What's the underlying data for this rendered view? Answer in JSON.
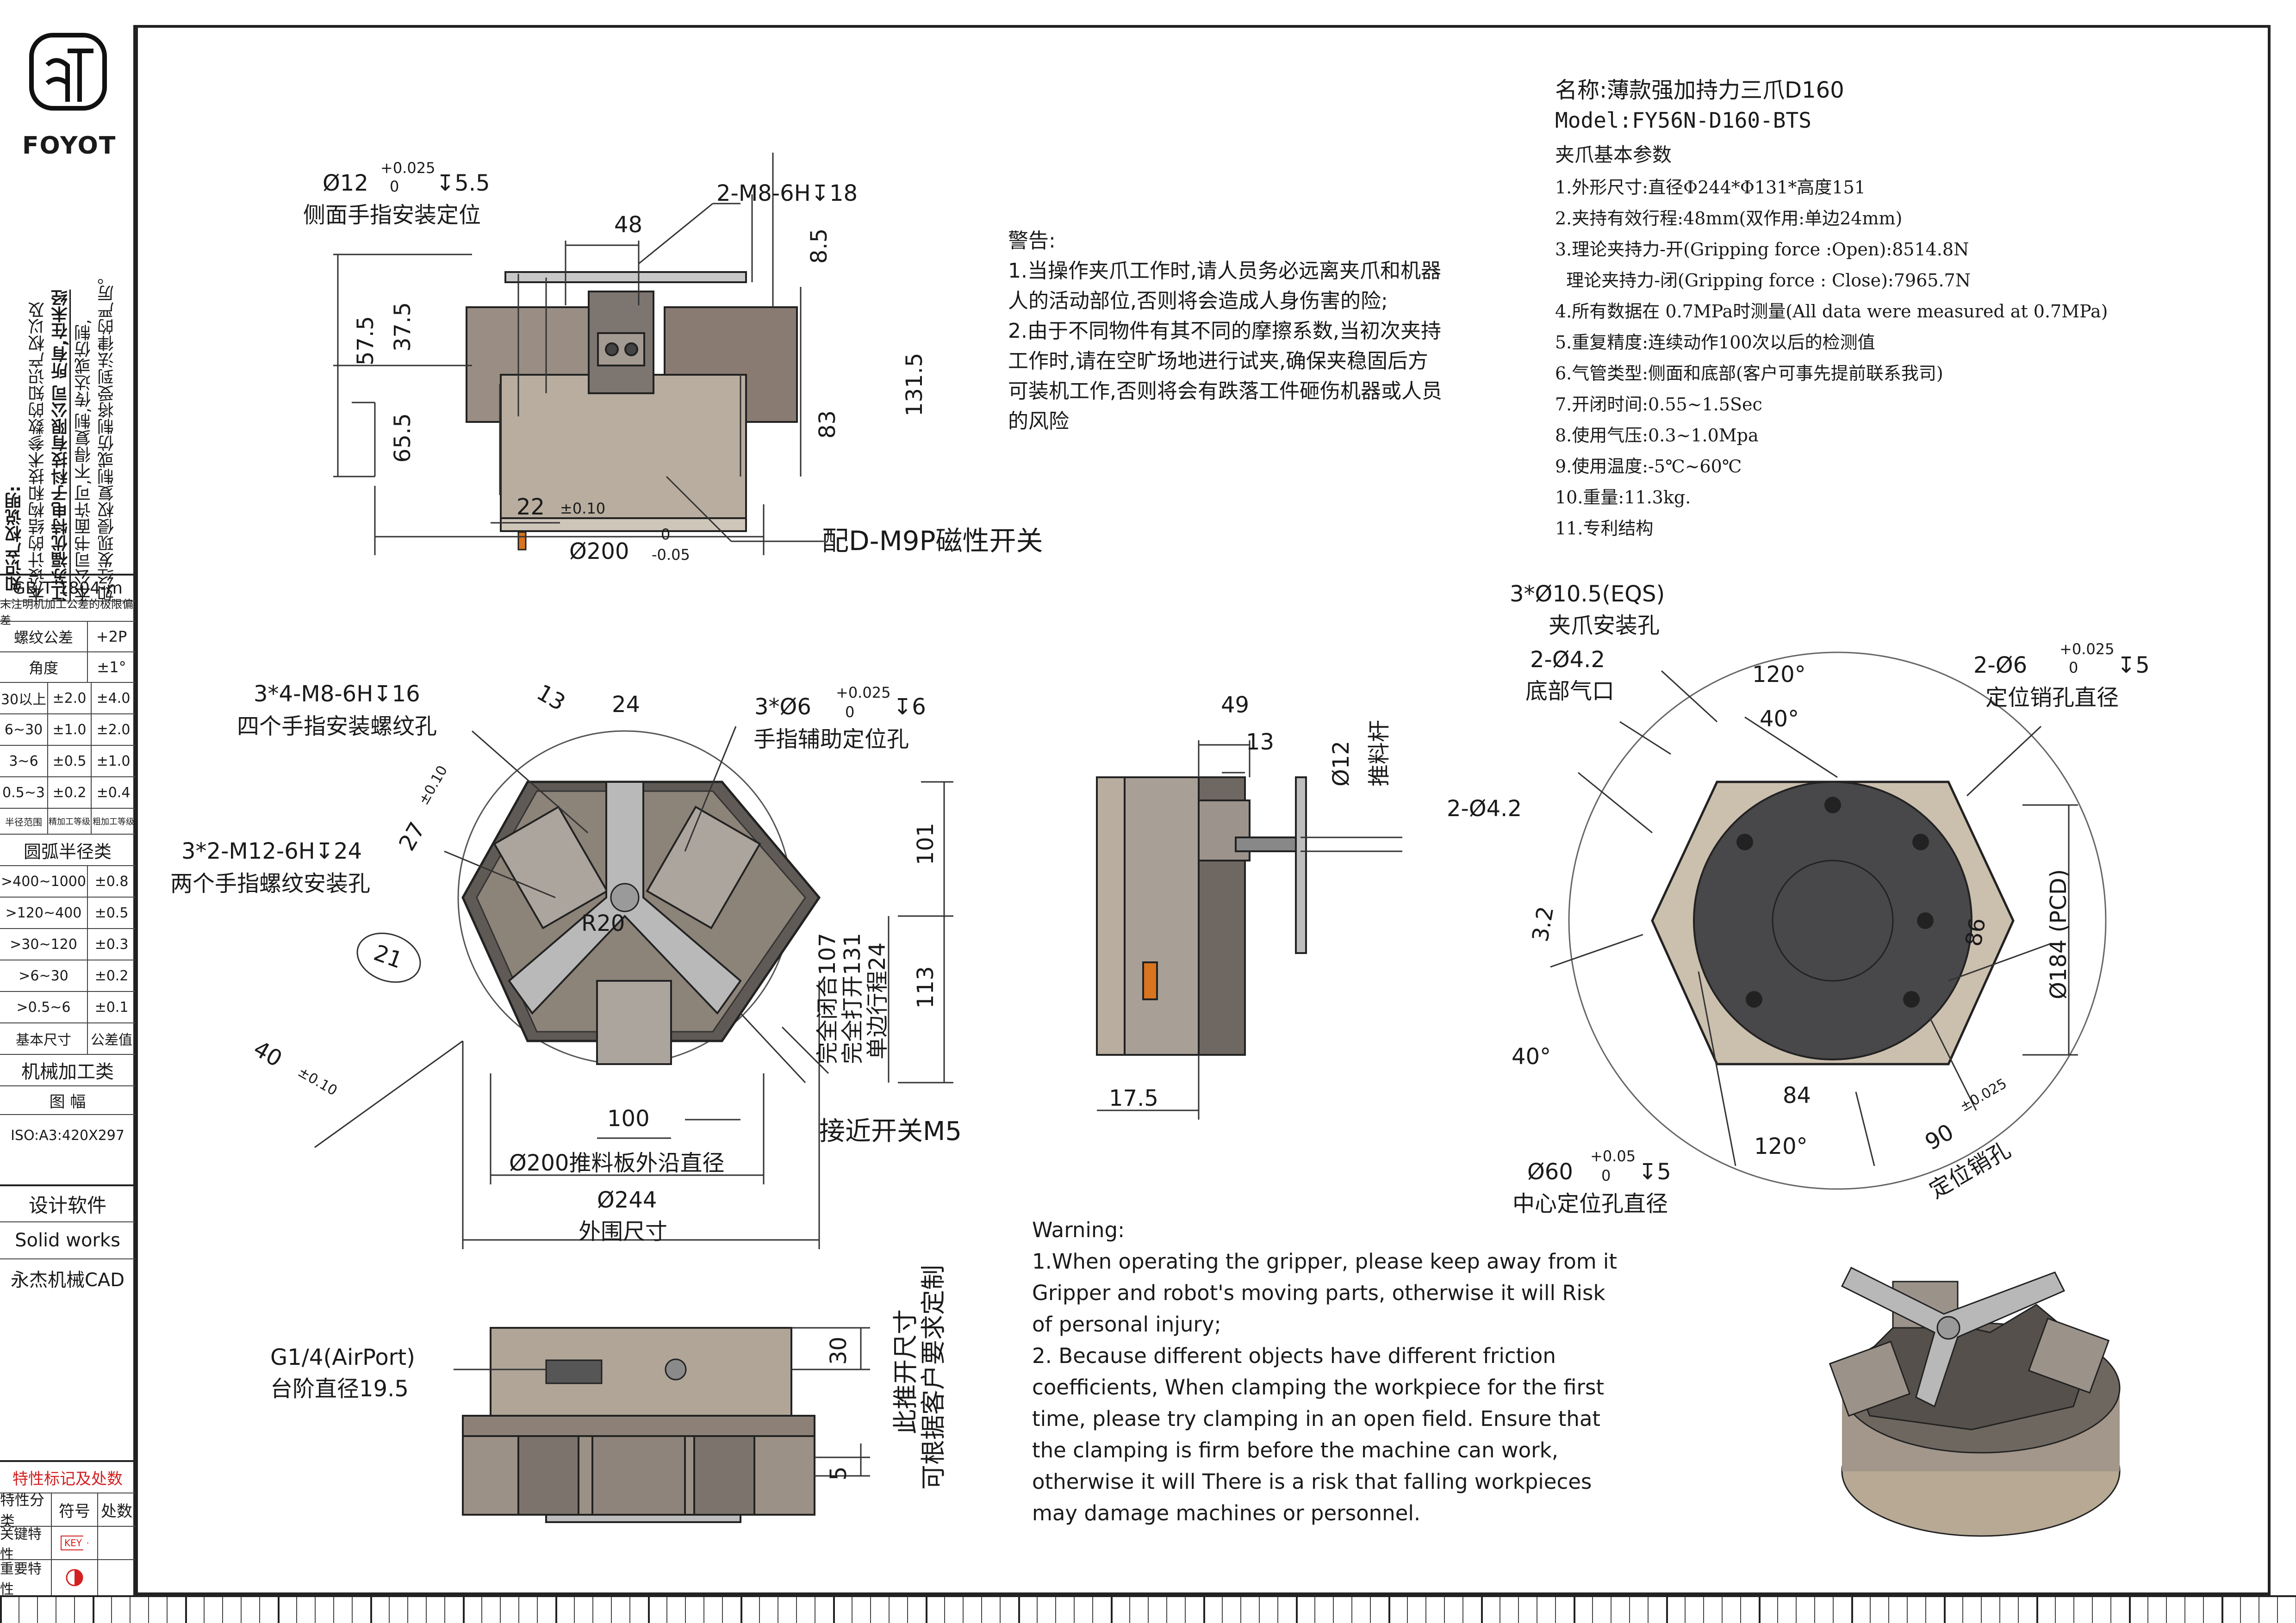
{
  "brand": {
    "logo_text": "FOYOT"
  },
  "sidebar": {
    "ip_notice": [
      "知识产权说明:",
      "本设计的结构和技术参数的知识产权以及",
      "江苏福优特电子科技有限公司 所有,在未经",
      "本公司书面许可,不得复制,传达或仿制,",
      "如经发现侵权复制或仿制将受到法律的严厉。"
    ],
    "std_title": "GB/T 1804-m",
    "std_sub": "未注明机加工公差的极限偏差",
    "tol_rows": [
      [
        "螺纹公差",
        "+2P"
      ],
      [
        "角度",
        "±1°"
      ]
    ],
    "lin_rows": [
      [
        "30以上",
        "±2.0",
        "±4.0"
      ],
      [
        "6~30",
        "±1.0",
        "±2.0"
      ],
      [
        "3~6",
        "±0.5",
        "±1.0"
      ],
      [
        "0.5~3",
        "±0.2",
        "±0.4"
      ],
      [
        "半径范围",
        "精加工等级",
        "粗加工等级"
      ]
    ],
    "arc_title": "圆弧半径类",
    "arc_rows": [
      [
        ">400~1000",
        "±0.8"
      ],
      [
        ">120~400",
        "±0.5"
      ],
      [
        ">30~120",
        "±0.3"
      ],
      [
        ">6~30",
        "±0.2"
      ],
      [
        ">0.5~6",
        "±0.1"
      ],
      [
        "基本尺寸",
        "公差值"
      ]
    ],
    "machining": "机械加工类",
    "sheet_label": "图     幅",
    "sheet": "ISO:A3:420X297",
    "software_label": "设计软件",
    "software": "Solid works",
    "cad": "永杰机械CAD",
    "feature_title": "特性标记及处数",
    "feature_head": [
      "特性分类",
      "符号",
      "处数"
    ],
    "feature_key": "关键特性",
    "feature_key_sym": "KEY",
    "feature_imp": "重要特性"
  },
  "specs": {
    "title": "名称:薄款强加持力三爪D160",
    "model": "Model:FY56N-D160-BTS",
    "subtitle": "夹爪基本参数",
    "items": [
      "1.外形尺寸:直径Φ244*Φ131*高度151",
      "2.夹持有效行程:48mm(双作用:单边24mm)",
      "3.理论夹持力-开(Gripping force :Open):8514.8N",
      "  理论夹持力-闭(Gripping force : Close):7965.7N",
      "4.所有数据在 0.7MPa时测量(All data were measured at 0.7MPa)",
      "5.重复精度:连续动作100次以后的检测值",
      "6.气管类型:侧面和底部(客户可事先提前联系我司)",
      "7.开闭时间:0.55~1.5Sec",
      "8.使用气压:0.3~1.0Mpa",
      "9.使用温度:-5℃~60℃",
      "10.重量:11.3kg.",
      "11.专利结构"
    ]
  },
  "warning_cn": {
    "title": "警告:",
    "lines": [
      "1.当操作夹爪工作时,请人员务必远离夹爪和机器",
      "人的活动部位,否则将会造成人身伤害的险;",
      "2.由于不同物件有其不同的摩擦系数,当初次夹持",
      "工作时,请在空旷场地进行试夹,确保夹稳固后方",
      "可装机工作,否则将会有跌落工件砸伤机器或人员",
      "的风险"
    ]
  },
  "warning_en": {
    "title": "Warning:",
    "lines": [
      "1.When operating the gripper, please keep away from it",
      "Gripper and robot's moving parts, otherwise it will Risk",
      "of personal injury;",
      "2. Because different objects have different friction",
      "coefficients, When clamping the workpiece for the first",
      "time, please try clamping in an open field. Ensure that",
      "the clamping is firm before the machine can work,",
      "otherwise it will There is a risk that falling workpieces",
      "may damage machines or personnel."
    ]
  },
  "front_view": {
    "d12": "Ø12",
    "d12_tol_up": "+0.025",
    "d12_tol_dn": "0",
    "d12_depth": "↧5.5",
    "d12_label": "侧面手指安装定位",
    "m8": "2-M8-6H↧18",
    "w48": "48",
    "h8_5": "8.5",
    "h57_5": "57.5",
    "h37_5": "37.5",
    "h131_5": "131.5",
    "h83": "83",
    "h65_5": "65.5",
    "d22": "22",
    "d22_tol": "±0.10",
    "d200": "Ø200",
    "d200_tol_up": "0",
    "d200_tol_dn": "-0.05",
    "switch": "配D-M9P磁性开关"
  },
  "top_view": {
    "m8_holes": "3*4-M8-6H↧16",
    "m8_label": "四个手指安装螺纹孔",
    "m12_holes": "3*2-M12-6H↧24",
    "m12_label": "两个手指螺纹安装孔",
    "d13": "13",
    "d24": "24",
    "d27": "27",
    "d27_tol": "±0.10",
    "d21": "21",
    "d40": "40",
    "d40_tol": "±0.10",
    "r20": "R20",
    "d6": "3*Ø6",
    "d6_tol_up": "+0.025",
    "d6_tol_dn": "0",
    "d6_depth": "↧6",
    "d6_label": "手指辅助定位孔",
    "h101": "101",
    "h113": "113",
    "stroke1": "完全闭合107",
    "stroke2": "完全打开131",
    "stroke3": "单边行程24",
    "w100": "100",
    "push_plate": "Ø200推料板外沿直径",
    "d244": "Ø244",
    "outer": "外围尺寸",
    "prox": "接近开关M5"
  },
  "side_view": {
    "d49": "49",
    "d13": "13",
    "d12": "Ø12",
    "rod": "推料杆",
    "d17_5": "17.5"
  },
  "bottom_view": {
    "d10_5": "3*Ø10.5(EQS)",
    "d10_5_label": "夹爪安装孔",
    "d4_2a": "2-Ø4.2",
    "d4_2a_label": "底部气口",
    "d4_2b": "2-Ø4.2",
    "d6": "2-Ø6",
    "d6_tol_up": "+0.025",
    "d6_tol_dn": "0",
    "d6_depth": "↧5",
    "d6_label": "定位销孔直径",
    "a120a": "120°",
    "a40a": "40°",
    "a40b": "40°",
    "a120b": "120°",
    "d3_2": "3.2",
    "d86": "86",
    "pcd": "Ø184 (PCD)",
    "d84": "84",
    "d90": "90",
    "d90_tol": "±0.025",
    "d90_label": "定位销孔",
    "d60": "Ø60",
    "d60_tol_up": "+0.05",
    "d60_tol_dn": "0",
    "d60_depth": "↧5",
    "d60_label": "中心定位孔直径"
  },
  "lower_view": {
    "port": "G1/4(AirPort)",
    "port_label": "台阶直径19.5",
    "h30": "30",
    "h5": "5",
    "note1": "此推开尺寸",
    "note2": "可根据客户要求定制"
  }
}
